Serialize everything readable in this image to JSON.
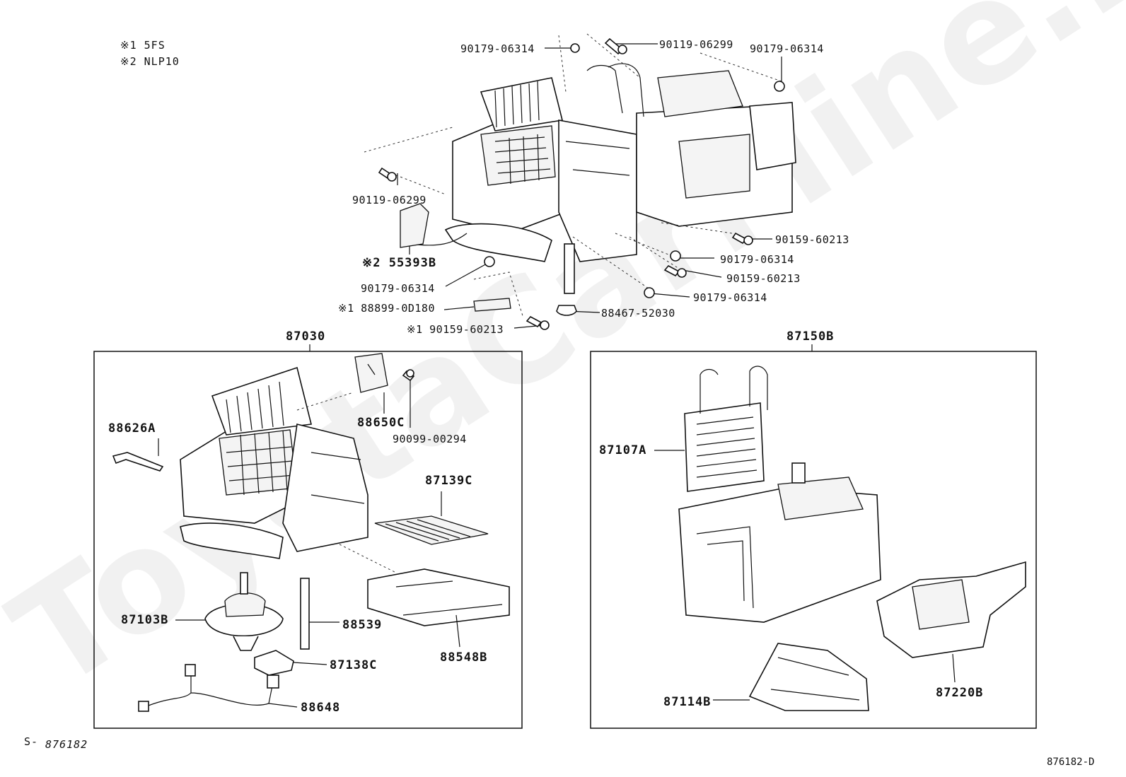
{
  "notes": [
    "※1 5FS",
    "※2 NLP10"
  ],
  "watermark": "ToyotaCarMine.ru",
  "groups": {
    "left": "87030",
    "right": "87150B"
  },
  "labels": {
    "p90179_06314_a": "90179-06314",
    "p90119_06299_a": "90119-06299",
    "p90179_06314_b": "90179-06314",
    "p90119_06299_b": "90119-06299",
    "p55393b": "※2 55393B",
    "p90159_60213_a": "90159-60213",
    "p90179_06314_c": "90179-06314",
    "p90159_60213_b": "90159-60213",
    "p90179_06314_d": "90179-06314",
    "p90179_06314_e": "90179-06314",
    "p88467_52030": "88467-52030",
    "p88899_0d180": "※1  88899-0D180",
    "p90159_60213_c": "※1 90159-60213",
    "p88626a": "88626A",
    "p88650c": "88650C",
    "p90099_00294": "90099-00294",
    "p87139c": "87139C",
    "p87103b": "87103B",
    "p88539": "88539",
    "p87138c": "87138C",
    "p88548b": "88548B",
    "p88648": "88648",
    "p87107a": "87107A",
    "p87114b": "87114B",
    "p87220b": "87220B"
  },
  "footer": {
    "left_prefix": "S-",
    "left_code": "876182",
    "right_code": "876182-D"
  }
}
